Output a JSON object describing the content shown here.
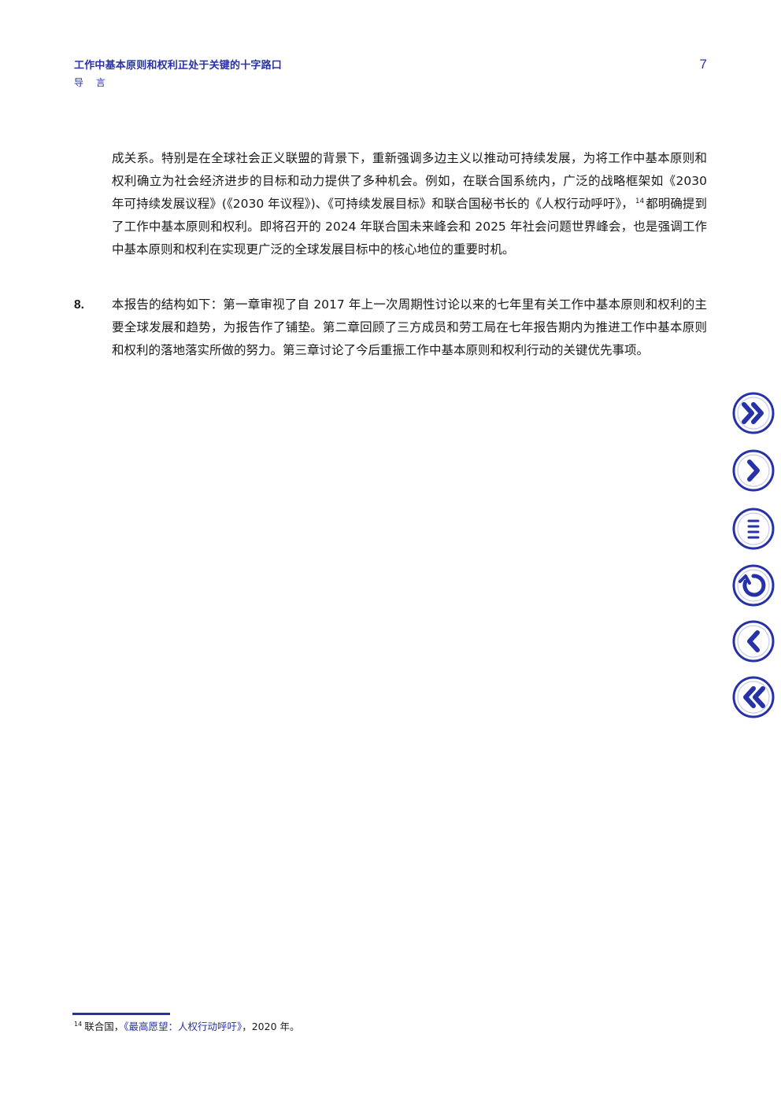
{
  "header": {
    "title": "工作中基本原则和权利正处于关键的十字路口",
    "subtitle": "导 言",
    "page_number": "7"
  },
  "paragraphs": {
    "continued": {
      "text_before_ref": "成关系。特别是在全球社会正义联盟的背景下，重新强调多边主义以推动可持续发展，为将工作中基本原则和权利确立为社会经济进步的目标和动力提供了多种机会。例如，在联合国系统内，广泛的战略框架如《2030 年可持续发展议程》(《2030 年议程》)、《可持续发展目标》和联合国秘书长的《人权行动呼吁》，",
      "footnote_ref": "14",
      "text_after_ref": "都明确提到了工作中基本原则和权利。即将召开的 2024 年联合国未来峰会和 2025 年社会问题世界峰会，也是强调工作中基本原则和权利在实现更广泛的全球发展目标中的核心地位的重要时机。"
    },
    "p8": {
      "number": "8.",
      "text": "本报告的结构如下：第一章审视了自 2017 年上一次周期性讨论以来的七年里有关工作中基本原则和权利的主要全球发展和趋势，为报告作了铺垫。第二章回顾了三方成员和劳工局在七年报告期内为推进工作中基本原则和权利的落地落实所做的努力。第三章讨论了今后重振工作中基本原则和权利行动的关键优先事项。"
    }
  },
  "navigation": {
    "buttons": [
      {
        "name": "last-page",
        "icon": "double-chevron-right-icon"
      },
      {
        "name": "next-page",
        "icon": "chevron-right-icon"
      },
      {
        "name": "contents",
        "icon": "menu-lines-icon"
      },
      {
        "name": "go-back",
        "icon": "circular-arrow-icon"
      },
      {
        "name": "previous-page",
        "icon": "chevron-left-icon"
      },
      {
        "name": "first-page",
        "icon": "double-chevron-left-icon"
      }
    ],
    "color": "#2732a8"
  },
  "footnote": {
    "number": "14",
    "prefix": "联合国，",
    "link_text": "《最高愿望：人权行动呼吁》",
    "suffix": "，2020 年。"
  },
  "colors": {
    "accent": "#2732a8",
    "text": "#1a1a1a"
  }
}
